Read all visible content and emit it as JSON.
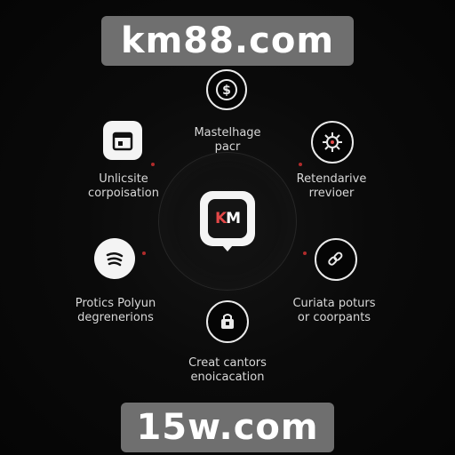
{
  "banners": {
    "top": "km88.com",
    "bottom": "15w.com"
  },
  "center_logo": {
    "letter_k": "K",
    "letter_m": "M"
  },
  "nodes": [
    {
      "icon": "dollar-icon",
      "line1": "",
      "line2": ""
    },
    {
      "icon": "calendar-icon",
      "line1": "Unlicsite",
      "line2": "corpoisation"
    },
    {
      "icon": "gear-icon",
      "line1": "Retendarive",
      "line2": "rrevioer"
    },
    {
      "icon": "spotify-icon",
      "line1": "Protics Polyun",
      "line2": "degrenerions"
    },
    {
      "icon": "link-icon",
      "line1": "Curiata poturs",
      "line2": "or coorpants"
    },
    {
      "icon": "bag-icon",
      "line1": "Creat cantors",
      "line2": "enoicacation"
    }
  ],
  "top_label": {
    "line1": "Mastelhage",
    "line2": "pacr"
  },
  "colors": {
    "background": "#0a0a0a",
    "banner": "#6f6f6f",
    "accent": "#e34848"
  }
}
